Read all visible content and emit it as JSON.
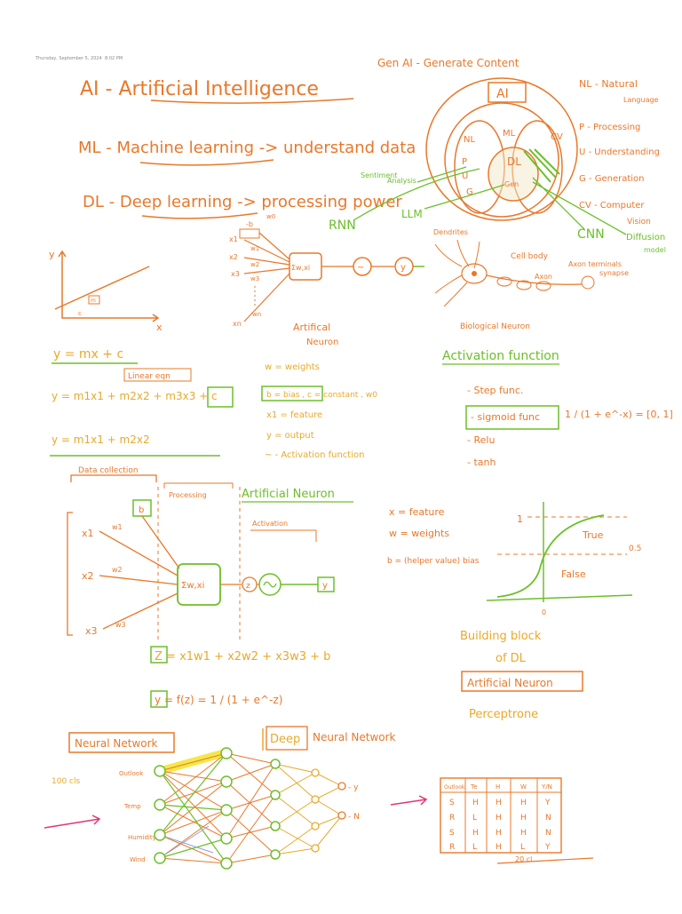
{
  "meta": {
    "date": "Thursday, September 5, 2024",
    "time": "8:02 PM"
  },
  "colors": {
    "orange": "#e8782a",
    "green": "#6cbf2a",
    "yellow": "#e8a92a",
    "highlight": "#f2e21a",
    "pink": "#e0367a"
  },
  "terms": {
    "genai": "Gen AI - Generate Content",
    "ai": "AI - Artificial Intelligence",
    "ml": "ML - Machine learning -> understand data",
    "dl": "DL - Deep learning -> processing power"
  },
  "venn": {
    "ai": "AI",
    "nl": "NL",
    "ml": "ML",
    "cv": "CV",
    "dl": "DL",
    "p": "P",
    "u": "U",
    "g": "G",
    "gen": "Gen",
    "sentiment": "Sentiment",
    "analysis": "Analysis",
    "rnn": "RNN",
    "llm": "LLM",
    "cnn": "CNN",
    "diffusion": "Diffusion",
    "model": "model"
  },
  "abbrev": {
    "nl": "NL - Natural",
    "nl2": "Language",
    "p": "P - Processing",
    "u": "U - Understanding",
    "g": "G - Generation",
    "cv": "CV - Computer",
    "cv2": "Vision"
  },
  "graph": {
    "y": "y",
    "x": "x",
    "m": "m",
    "c": "c"
  },
  "neuron1": {
    "b": "-b",
    "w0": "w0",
    "inputs": [
      "x1",
      "x2",
      "x3",
      "xn"
    ],
    "weights": [
      "w1",
      "w2",
      "w3",
      "wn"
    ],
    "sum": "Σw,xi",
    "act": "~",
    "out": "y",
    "caption1": "Artifical",
    "caption2": "Neuron"
  },
  "bio": {
    "dendrites": "Dendrites",
    "cellbody": "Cell body",
    "axonterm": "Axon terminals",
    "axon": "Axon",
    "synapse": "synapse",
    "caption": "Biological Neuron"
  },
  "equations": {
    "line": "y = mx + c",
    "linear": "Linear eqn",
    "eq2": "y = m1x1 + m2x2 + m3x3 + c",
    "eq3": "y = m1x1 + m2x2",
    "datacollection": "Data collection"
  },
  "legend": {
    "w": "w = weights",
    "b": "b = bias , c = constant , w0",
    "x": "x1 = feature",
    "y": "y = output",
    "a": "~ - Activation function"
  },
  "activation": {
    "title": "Activation function",
    "step": "- Step func.",
    "sigmoid": "- sigmoid func",
    "sigmoid_formula": "1 / (1 + e^-x) = [0, 1]",
    "relu": "- Relu",
    "tanh": "- tanh"
  },
  "neuron2": {
    "title": "Artificial Neuron",
    "processing": "Processing",
    "activation": "Activation",
    "b": "b",
    "inputs": [
      "x1",
      "x2",
      "x3"
    ],
    "weights": [
      "w1",
      "w2",
      "w3"
    ],
    "sum": "Σw,xi",
    "z": "z",
    "y": "y"
  },
  "feature_legend": {
    "x": "x = feature",
    "w": "w = weights",
    "b": "b = (helper value) bias"
  },
  "sigmoid_plot": {
    "one": "1",
    "half": "0.5",
    "zero": "0",
    "true": "True",
    "false": "False"
  },
  "z_eq": "Z = x1w1 + x2w2 + x3w3 + b",
  "y_eq": "y = f(z) = 1 / (1 + e^-z)",
  "building": {
    "l1": "Building block",
    "l2": "of DL",
    "boxed": "Artificial Neuron",
    "perceptron": "Perceptrone"
  },
  "nn": {
    "title": "Neural Network",
    "deep": "Deep",
    "deep_title": "Neural Network",
    "count": "100 cls",
    "inputs": [
      "Outlook",
      "Temp",
      "Humidity",
      "Wind"
    ],
    "out_y": "- y",
    "out_n": "- N"
  },
  "table": {
    "headers": [
      "Outlook",
      "Te",
      "H",
      "W",
      "Y/N"
    ],
    "rows": [
      [
        "S",
        "H",
        "H",
        "H",
        "Y"
      ],
      [
        "R",
        "L",
        "H",
        "H",
        "N"
      ],
      [
        "S",
        "H",
        "H",
        "H",
        "N"
      ],
      [
        "R",
        "L",
        "H",
        "L",
        "Y"
      ]
    ],
    "footer": "20 cl."
  }
}
